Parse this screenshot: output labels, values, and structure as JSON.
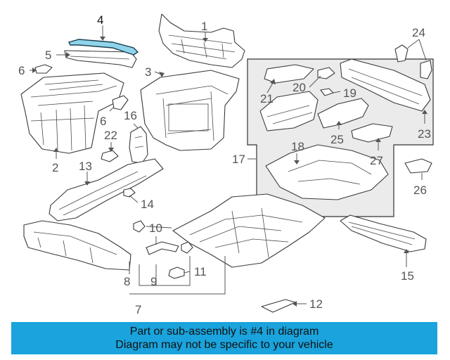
{
  "diagram": {
    "highlighted_part": "4",
    "highlight_color": "#8fd4ea",
    "callouts": {
      "c1": "1",
      "c2": "2",
      "c3": "3",
      "c4": "4",
      "c5": "5",
      "c6a": "6",
      "c6b": "6",
      "c7": "7",
      "c8": "8",
      "c9": "9",
      "c10": "10",
      "c11": "11",
      "c12": "12",
      "c13": "13",
      "c14": "14",
      "c15": "15",
      "c16": "16",
      "c17": "17",
      "c18": "18",
      "c19": "19",
      "c20": "20",
      "c21": "21",
      "c22": "22",
      "c23": "23",
      "c24": "24",
      "c25": "25",
      "c26": "26",
      "c27": "27"
    }
  },
  "banner": {
    "background": "#1aa3dc",
    "line1": "Part or sub-assembly is #4 in diagram",
    "line2": "Diagram may not be specific to your vehicle"
  }
}
